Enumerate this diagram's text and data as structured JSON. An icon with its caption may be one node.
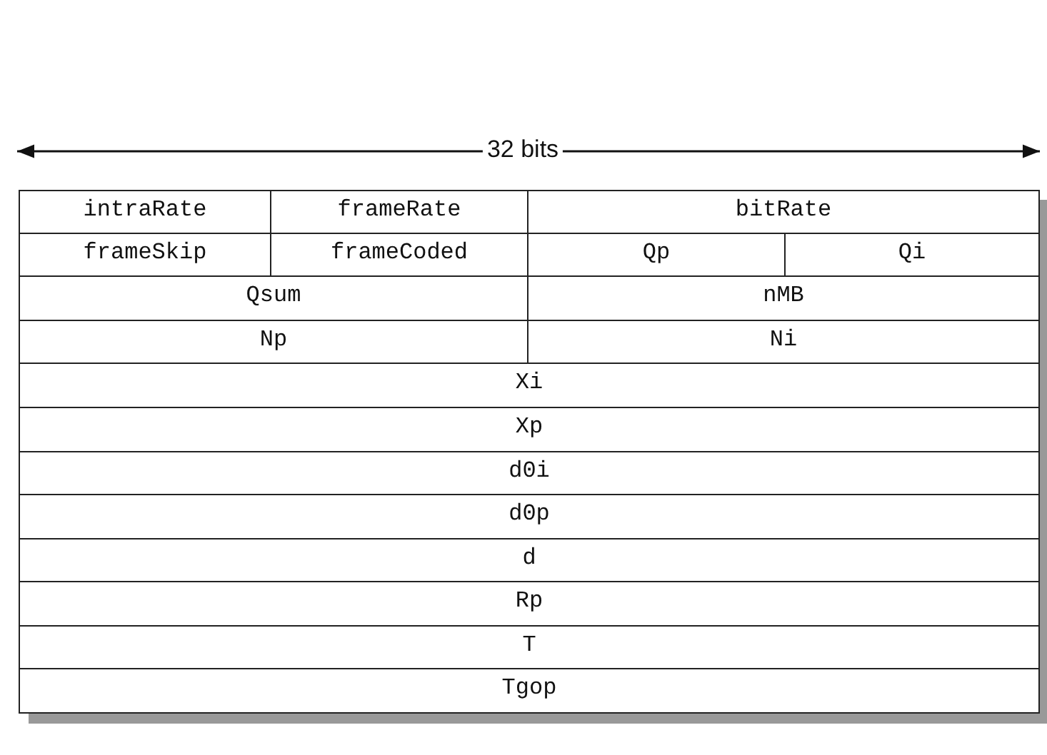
{
  "diagram": {
    "nodes": [
      {
        "text": [
          "intraRate"
        ]
      },
      {
        "text": [
          "frameRate"
        ]
      },
      {
        "text": [
          "bitRate"
        ]
      },
      {
        "text": [
          "frameSkip"
        ]
      },
      {
        "text": [
          "frameCoded"
        ]
      },
      {
        "text": [
          "Qp"
        ]
      },
      {
        "text": [
          "Qi"
        ]
      },
      {
        "text": [
          "Qsum"
        ]
      },
      {
        "text": [
          "nMB"
        ]
      },
      {
        "text": [
          "Np"
        ]
      },
      {
        "text": [
          "Ni"
        ]
      },
      {
        "text": [
          "Xi"
        ]
      },
      {
        "text": [
          "Xp"
        ]
      },
      {
        "text": [
          "d0i"
        ]
      },
      {
        "text": [
          "d0p"
        ]
      },
      {
        "text": [
          "d"
        ]
      },
      {
        "text": [
          "Rp"
        ]
      },
      {
        "text": [
          "T"
        ]
      },
      {
        "text": [
          "Tgop"
        ]
      }
    ],
    "labels": [
      "32 bits"
    ]
  }
}
